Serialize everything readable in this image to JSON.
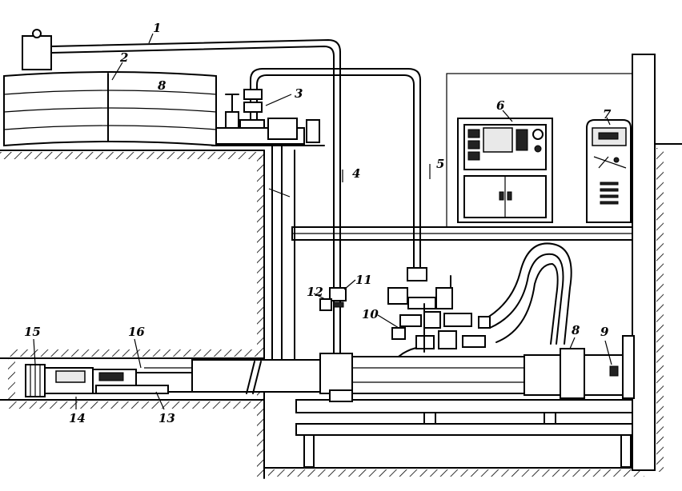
{
  "labels": {
    "l1": "1",
    "l2": "2",
    "l3": "3",
    "l4": "4",
    "l5": "5",
    "l6": "6",
    "l7": "7",
    "l8a": "8",
    "l8b": "8",
    "l9": "9",
    "l10": "10",
    "l11": "11",
    "l12": "12",
    "l13": "13",
    "l14": "14",
    "l15": "15",
    "l16": "16"
  }
}
